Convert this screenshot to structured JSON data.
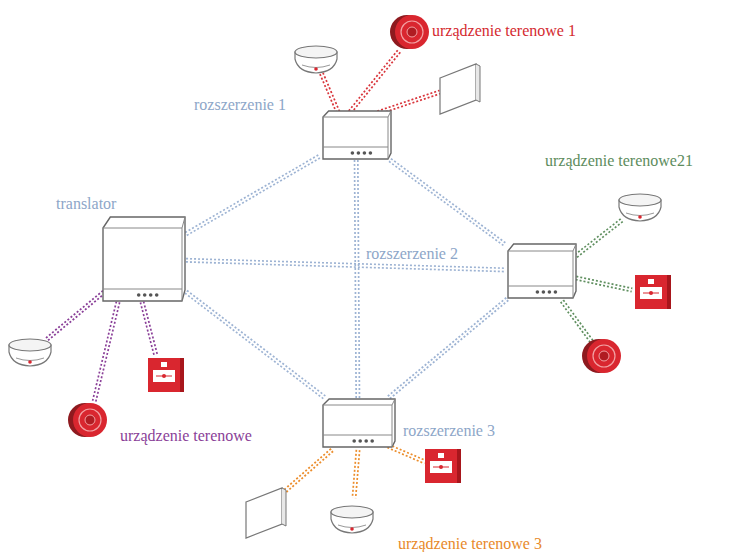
{
  "diagram": {
    "nodes": [
      {
        "text": [
          "translator"
        ]
      },
      {
        "text": [
          "rozszerzenie 1"
        ]
      },
      {
        "text": [
          "rozszerzenie 2"
        ]
      },
      {
        "text": [
          "rozszerzenie 3"
        ]
      }
    ],
    "edges": [
      {
        "from": 0,
        "to": 1,
        "arrow": "none"
      },
      {
        "from": 0,
        "to": 2,
        "arrow": "none"
      },
      {
        "from": 0,
        "to": 3,
        "arrow": "none"
      },
      {
        "from": 1,
        "to": 2,
        "arrow": "none"
      },
      {
        "from": 1,
        "to": 3,
        "arrow": "none"
      },
      {
        "from": 2,
        "to": 3,
        "arrow": "none"
      }
    ],
    "labels": [
      "urządzenie terenowe 1",
      "urządzenie terenowe21",
      "urządzenie terenowe",
      "urządzenie terenowe 3"
    ]
  }
}
